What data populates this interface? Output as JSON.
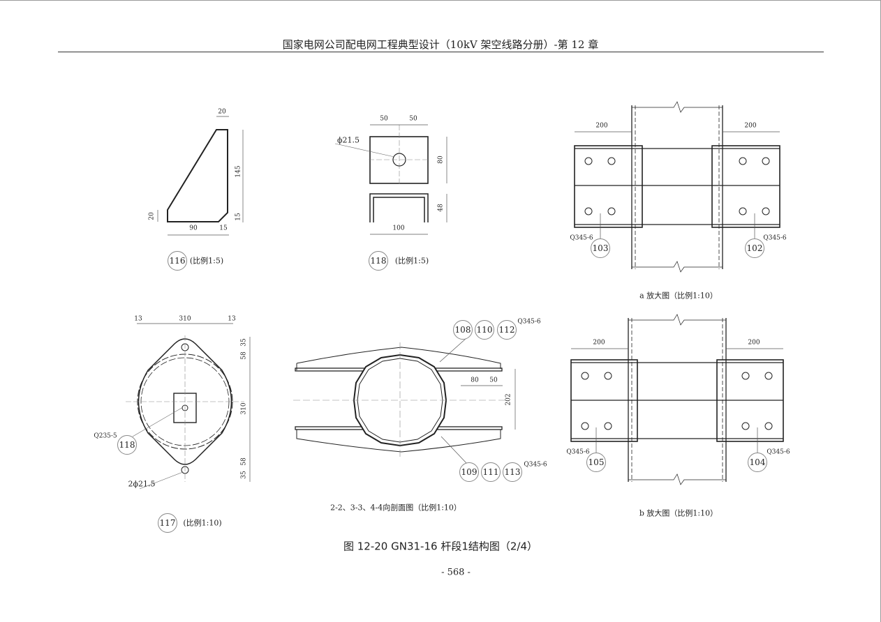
{
  "header": {
    "title": "国家电网公司配电网工程典型设计（10kV 架空线路分册）-第 12 章"
  },
  "part116": {
    "dims": [
      "20",
      "145",
      "15",
      "20",
      "90",
      "15"
    ],
    "id": "116",
    "scale": "(比例1:5)"
  },
  "part118": {
    "hole": "ϕ21.5",
    "dims": [
      "50",
      "50",
      "80",
      "48",
      "100"
    ],
    "id": "118",
    "scale": "(比例1:5)"
  },
  "detail_a": {
    "dims": [
      "200",
      "200"
    ],
    "material_left": "Q345-6",
    "material_right": "Q345-6",
    "parts": [
      "103",
      "102"
    ],
    "caption": "a 放大图（比例1:10）"
  },
  "part117": {
    "dims_top": [
      "13",
      "310",
      "13"
    ],
    "dims_right": [
      "35",
      "58",
      "310",
      "58",
      "35"
    ],
    "material": "Q235-5",
    "part": "118",
    "holes": "2ϕ21.5",
    "id": "117",
    "scale": "(比例1:10)"
  },
  "section": {
    "parts_top": [
      "108",
      "110",
      "112"
    ],
    "material_top": "Q345-6",
    "parts_bottom": [
      "109",
      "111",
      "113"
    ],
    "material_bottom": "Q345-6",
    "dims": [
      "80",
      "50",
      "202"
    ],
    "caption": "2-2、3-3、4-4向剖面图（比例1:10）"
  },
  "detail_b": {
    "dims": [
      "200",
      "200"
    ],
    "material_left": "Q345-6",
    "material_right": "Q345-6",
    "parts": [
      "105",
      "104"
    ],
    "caption": "b 放大图（比例1:10）"
  },
  "figure_caption": "图 12-20  GN31-16 杆段1结构图（2/4）",
  "page_number": "- 568 -"
}
